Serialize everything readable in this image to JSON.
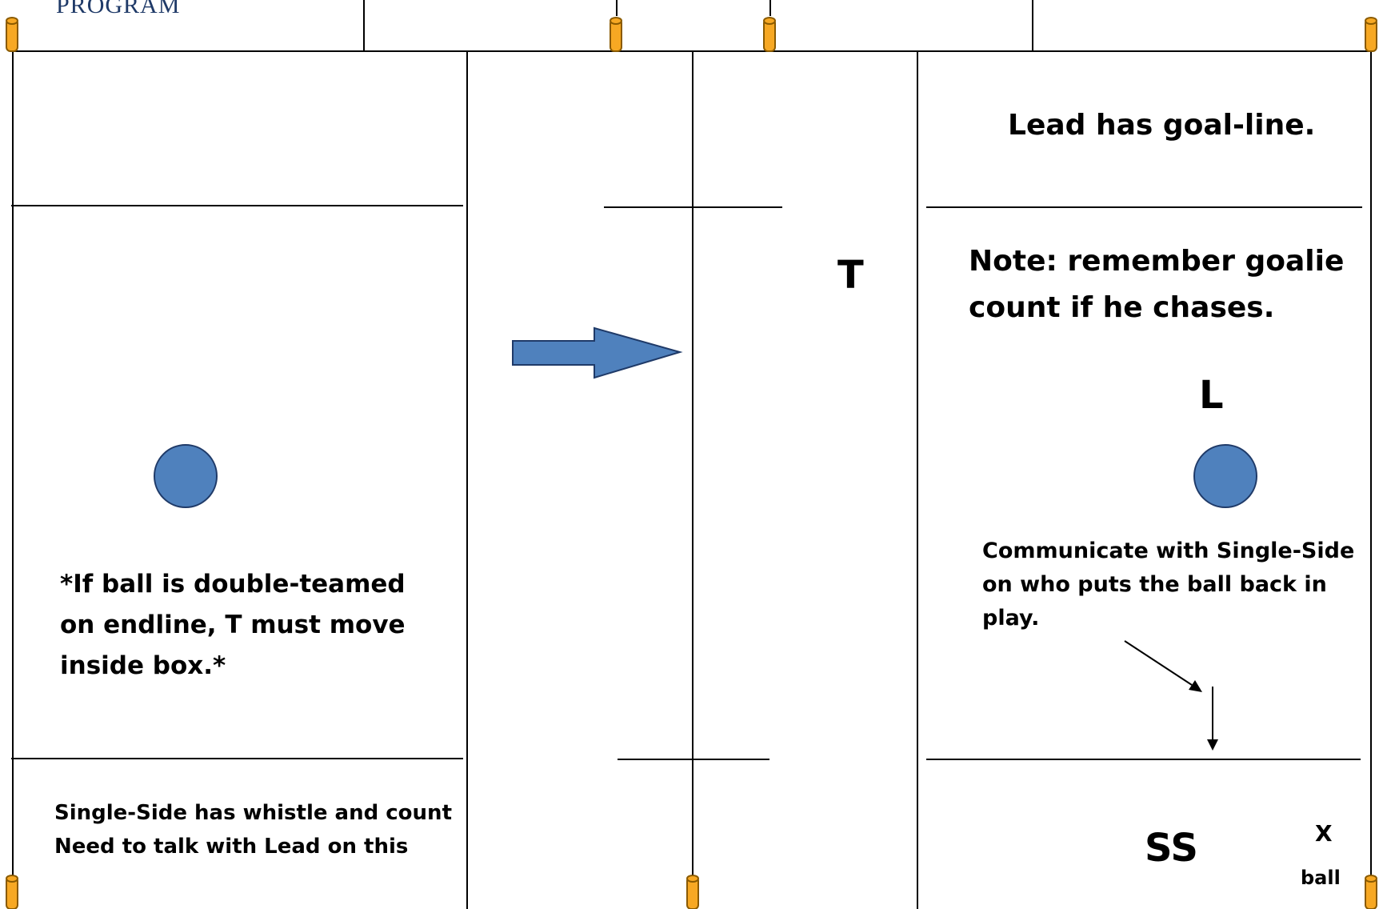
{
  "branding": {
    "program_label": "PROGRAM"
  },
  "referees": {
    "trail": "T",
    "lead": "L",
    "single_side": "SS"
  },
  "notes": {
    "lead_goal_line": "Lead has goal-line.",
    "goalie_count_line1": "Note: remember goalie",
    "goalie_count_line2": "count if he chases.",
    "double_team_line1": "*If ball is double-teamed",
    "double_team_line2": "on endline, T must move",
    "double_team_line3": "inside box.*",
    "communicate_line1": "Communicate with Single-Side",
    "communicate_line2": "on who puts the ball back in",
    "communicate_line3": "play.",
    "single_side_line1": "Single-Side has whistle and count",
    "single_side_line2": "Need to talk with Lead on this"
  },
  "ball_marker": {
    "symbol": "X",
    "label": "ball"
  },
  "colors": {
    "circle_fill": "#4f81bd",
    "circle_stroke": "#1f3a68",
    "arrow_fill": "#4f81bd",
    "cone_fill": "#f7a823",
    "cone_stroke": "#8a5a00",
    "line": "#000000",
    "logo_text": "#1f3a68"
  }
}
